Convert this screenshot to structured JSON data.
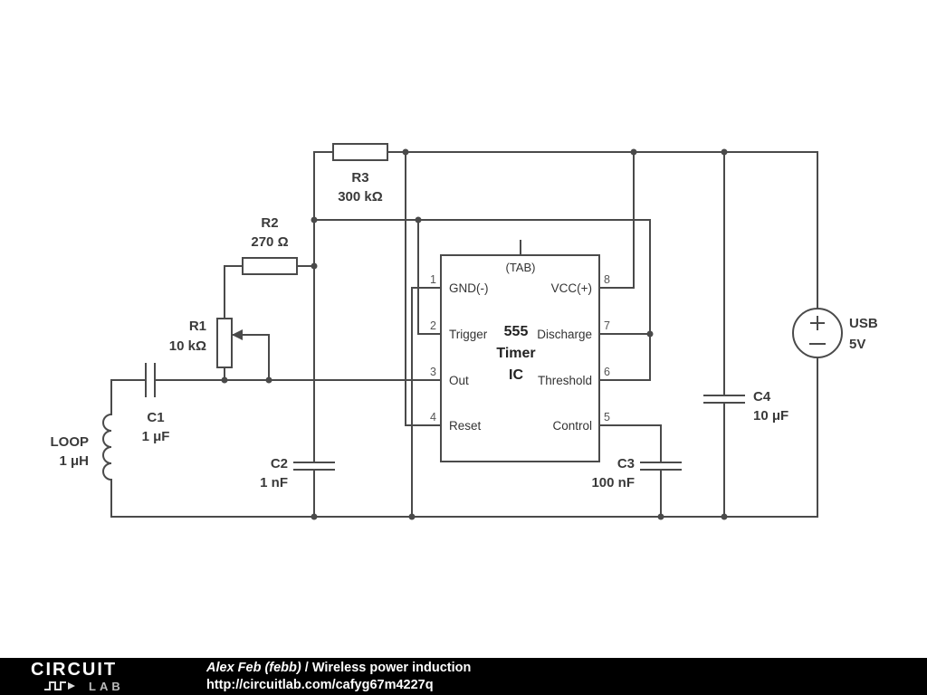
{
  "schematic": {
    "components": {
      "r1": {
        "ref": "R1",
        "value": "10 kΩ"
      },
      "r2": {
        "ref": "R2",
        "value": "270 Ω"
      },
      "r3": {
        "ref": "R3",
        "value": "300 kΩ"
      },
      "c1": {
        "ref": "C1",
        "value": "1 μF"
      },
      "c2": {
        "ref": "C2",
        "value": "1 nF"
      },
      "c3": {
        "ref": "C3",
        "value": "100 nF"
      },
      "c4": {
        "ref": "C4",
        "value": "10 μF"
      },
      "loop": {
        "ref": "LOOP",
        "value": "1 μH"
      },
      "usb": {
        "ref": "USB",
        "value": "5V"
      }
    },
    "ic": {
      "tab_label": "(TAB)",
      "title_line1": "555",
      "title_line2": "Timer",
      "title_line3": "IC",
      "pins_left": [
        {
          "num": "1",
          "name": "GND(-)"
        },
        {
          "num": "2",
          "name": "Trigger"
        },
        {
          "num": "3",
          "name": "Out"
        },
        {
          "num": "4",
          "name": "Reset"
        }
      ],
      "pins_right": [
        {
          "num": "8",
          "name": "VCC(+)"
        },
        {
          "num": "7",
          "name": "Discharge"
        },
        {
          "num": "6",
          "name": "Threshold"
        },
        {
          "num": "5",
          "name": "Control"
        }
      ]
    },
    "colors": {
      "wire": "#4a4a4a",
      "text": "#3a3a3a"
    }
  },
  "footer": {
    "logo_line1": "CIRCUIT",
    "logo_line2": "LAB",
    "author": "Alex Feb (febb)",
    "separator": "/",
    "title": "Wireless power induction",
    "url": "http://circuitlab.com/cafyg67m4227q",
    "background": "#000000"
  }
}
